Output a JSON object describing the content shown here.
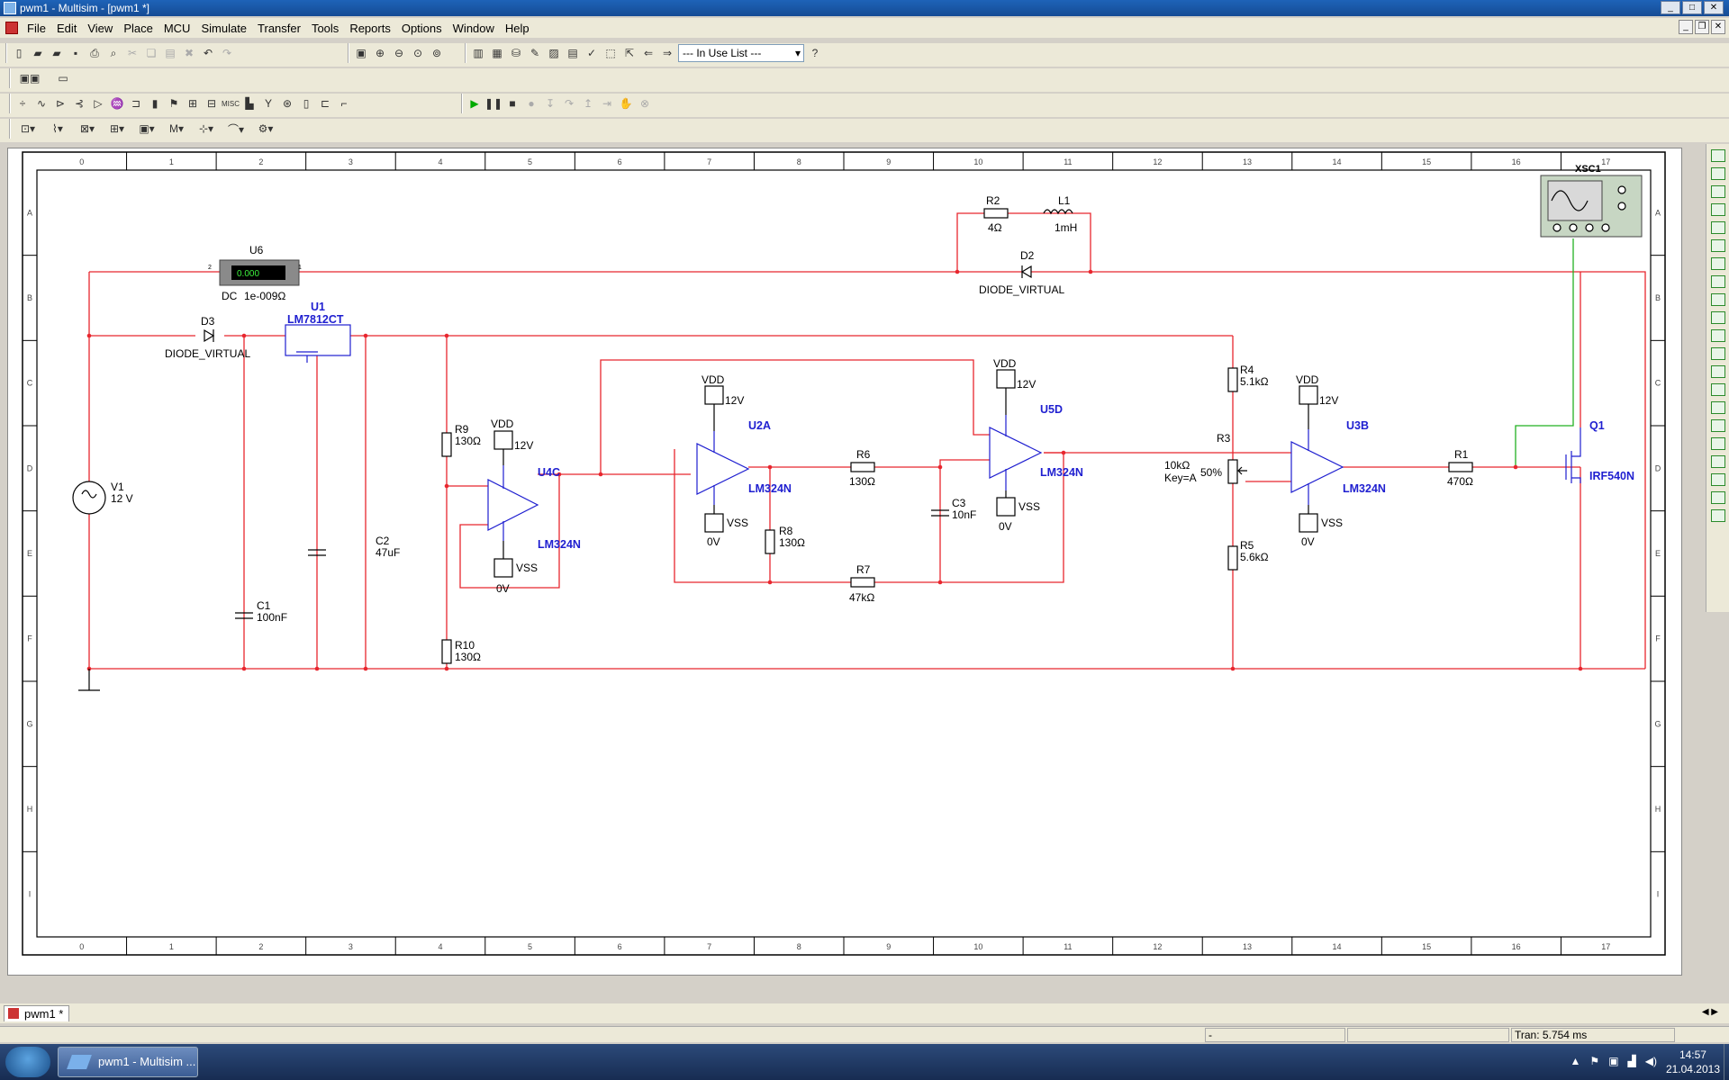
{
  "window": {
    "title": "pwm1 - Multisim - [pwm1 *]",
    "controls": [
      "_",
      "□",
      "✕"
    ]
  },
  "menu": [
    "File",
    "Edit",
    "View",
    "Place",
    "MCU",
    "Simulate",
    "Transfer",
    "Tools",
    "Reports",
    "Options",
    "Window",
    "Help"
  ],
  "toolbar": {
    "in_use_list": "--- In Use List ---",
    "help": "?"
  },
  "sheet": {
    "col_labels": [
      "0",
      "1",
      "2",
      "3",
      "4",
      "5",
      "6",
      "7",
      "8",
      "9",
      "10",
      "11",
      "12",
      "13",
      "14",
      "15",
      "16",
      "17"
    ],
    "row_labels": [
      "A",
      "B",
      "C",
      "D",
      "E",
      "F",
      "G",
      "H",
      "I"
    ]
  },
  "components": {
    "U6": {
      "ref": "U6",
      "display": "0.000",
      "mode": "DC",
      "resistance": "1e-009Ω",
      "pin_l": "2",
      "pin_r": "1"
    },
    "R2": {
      "ref": "R2",
      "value": "4Ω"
    },
    "L1": {
      "ref": "L1",
      "value": "1mH"
    },
    "D2": {
      "ref": "D2",
      "model": "DIODE_VIRTUAL"
    },
    "D3": {
      "ref": "D3",
      "model": "DIODE_VIRTUAL"
    },
    "U1": {
      "ref": "U1",
      "model": "LM7812CT"
    },
    "V1": {
      "ref": "V1",
      "value": "12 V"
    },
    "C1": {
      "ref": "C1",
      "value": "100nF"
    },
    "C2": {
      "ref": "C2",
      "value": "47uF"
    },
    "R9": {
      "ref": "R9",
      "value": "130Ω"
    },
    "R10": {
      "ref": "R10",
      "value": "130Ω"
    },
    "U4C": {
      "ref": "U4C",
      "model": "LM324N",
      "vdd": "VDD",
      "vdd_v": "12V",
      "vss": "VSS",
      "vss_v": "0V"
    },
    "U2A": {
      "ref": "U2A",
      "model": "LM324N",
      "vdd": "VDD",
      "vdd_v": "12V",
      "vss": "VSS",
      "vss_v": "0V"
    },
    "R6": {
      "ref": "R6",
      "value": "130Ω"
    },
    "R8": {
      "ref": "R8",
      "value": "130Ω"
    },
    "R7": {
      "ref": "R7",
      "value": "47kΩ"
    },
    "C3": {
      "ref": "C3",
      "value": "10nF"
    },
    "U5D": {
      "ref": "U5D",
      "model": "LM324N",
      "vdd": "VDD",
      "vdd_v": "12V",
      "vss": "VSS",
      "vss_v": "0V"
    },
    "R4": {
      "ref": "R4",
      "value": "5.1kΩ"
    },
    "R3": {
      "ref": "R3",
      "value": "10kΩ",
      "key": "Key=A",
      "percent": "50%"
    },
    "R5": {
      "ref": "R5",
      "value": "5.6kΩ"
    },
    "U3B": {
      "ref": "U3B",
      "model": "LM324N",
      "vdd": "VDD",
      "vdd_v": "12V",
      "vss": "VSS",
      "vss_v": "0V"
    },
    "R1": {
      "ref": "R1",
      "value": "470Ω"
    },
    "Q1": {
      "ref": "Q1",
      "model": "IRF540N"
    },
    "XSC1": {
      "ref": "XSC1"
    }
  },
  "tabs": [
    {
      "label": "pwm1 *"
    }
  ],
  "status": {
    "left": "-",
    "tran": "Tran: 5.754 ms"
  },
  "taskbar": {
    "app": "pwm1 - Multisim ...",
    "time": "14:57",
    "date": "21.04.2013"
  },
  "colors": {
    "wire": "#e8262e",
    "component": "#1f1fd0",
    "text": "#000000",
    "probe_wire": "#22b022",
    "border": "#000000"
  }
}
